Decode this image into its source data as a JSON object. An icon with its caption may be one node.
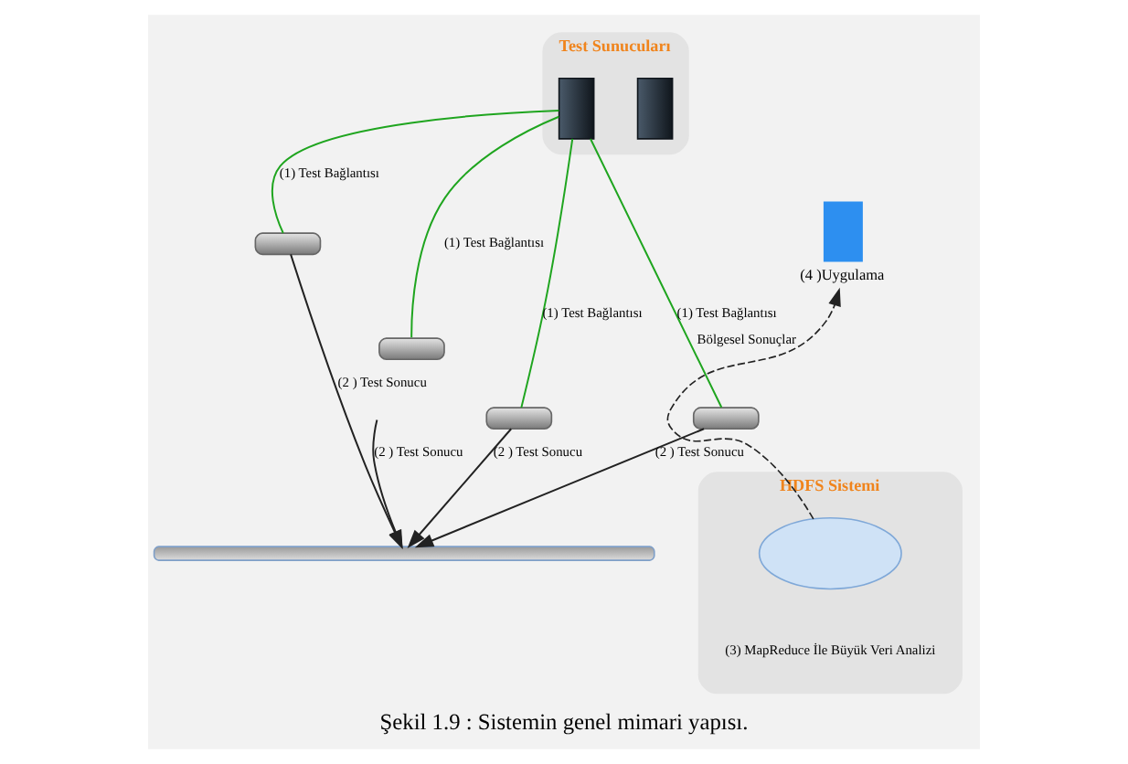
{
  "diagram": {
    "caption": "Şekil 1.9 : Sistemin genel mimari yapısı.",
    "nodes": [
      {
        "text": [
          "Test Sunucuları"
        ]
      },
      {
        "text": [],
        "shape": "picture",
        "in": 0
      },
      {
        "text": [],
        "shape": "picture",
        "in": 0
      },
      {
        "text": [],
        "shape": "picture"
      },
      {
        "text": [],
        "shape": "picture"
      },
      {
        "text": [
          "(4 )Uygulama"
        ]
      },
      {
        "text": [],
        "shape": "picture"
      },
      {
        "text": [],
        "shape": "picture"
      },
      {
        "text": [
          "HDFS Sistemi"
        ]
      },
      {
        "text": [],
        "shape": "cloud",
        "in": 8,
        "beside": [
          "(3) MapReduce İle Büyük Veri Analizi"
        ]
      },
      {
        "text": [],
        "shape": "bar"
      }
    ],
    "edges": [
      {
        "from": 1,
        "to": 3,
        "arrow": "none",
        "label": "(1) Test Bağlantısı",
        "color": "#1fa51f"
      },
      {
        "from": 1,
        "to": 4,
        "arrow": "none",
        "label": "(1) Test Bağlantısı",
        "color": "#1fa51f"
      },
      {
        "from": 1,
        "to": 7,
        "arrow": "none",
        "label": "(1) Test Bağlantısı",
        "color": "#1fa51f"
      },
      {
        "from": 1,
        "to": 6,
        "arrow": "none",
        "label": "(1) Test Bağlantısı",
        "color": "#1fa51f"
      },
      {
        "from": 3,
        "to": 10,
        "arrow": "to",
        "label": "(2 ) Test Sonucu"
      },
      {
        "from": null,
        "to": 10,
        "arrow": "to",
        "label": "(2 ) Test Sonucu"
      },
      {
        "from": 7,
        "to": 10,
        "arrow": "to",
        "label": "(2 ) Test Sonucu"
      },
      {
        "from": 6,
        "to": 10,
        "arrow": "to",
        "label": "(2 ) Test Sonucu"
      },
      {
        "from": 9,
        "to": 5,
        "arrow": "to",
        "label": "Bölgesel Sonuçlar",
        "style": "dashed"
      }
    ]
  }
}
